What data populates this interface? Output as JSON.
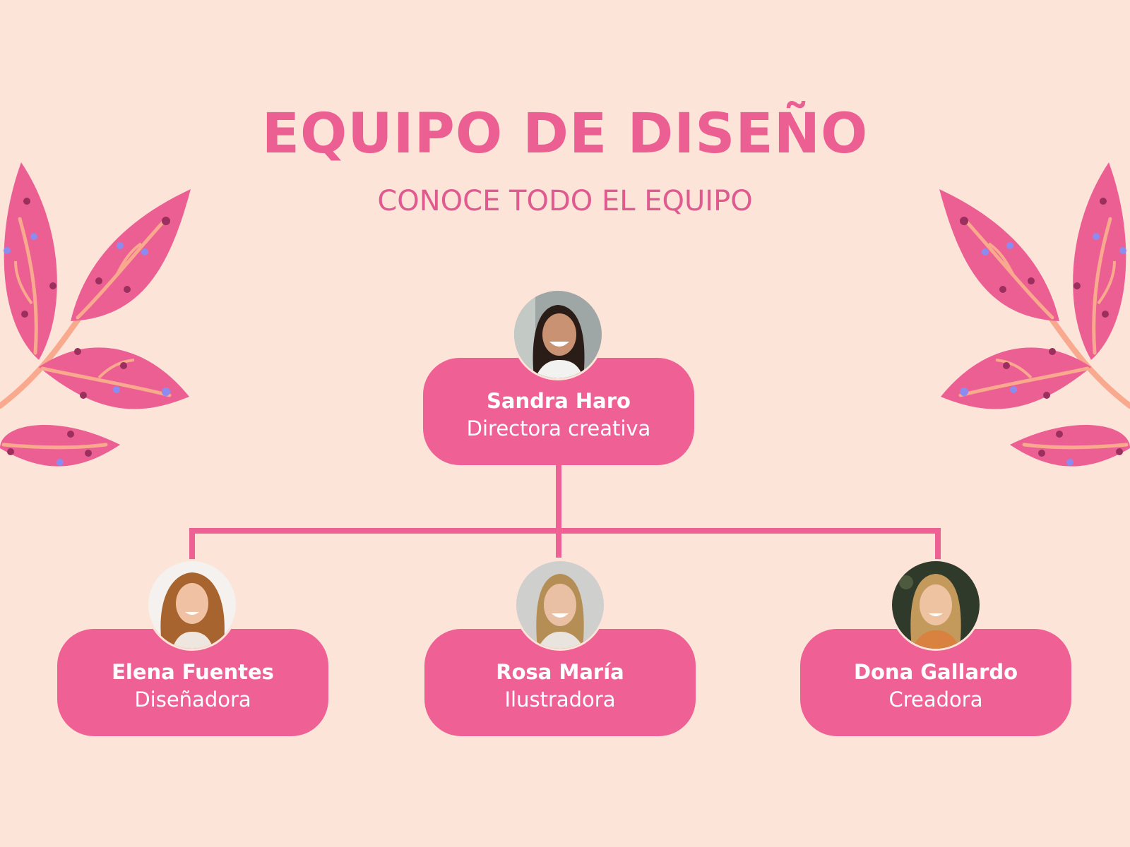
{
  "header": {
    "title": "EQUIPO DE DISEÑO",
    "subtitle": "CONOCE TODO EL EQUIPO"
  },
  "colors": {
    "background": "#FDE4D9",
    "accent": "#EF6195",
    "title": "#EC5F93",
    "leaf": "#EC5F93",
    "vein": "#F9A98E",
    "dot_dark": "#9B2F5D",
    "dot_blue": "#8C8CF0"
  },
  "org": {
    "leader": {
      "name": "Sandra Haro",
      "role": "Directora creativa",
      "avatar": "person-photo"
    },
    "members": [
      {
        "name": "Elena Fuentes",
        "role": "Diseñadora",
        "avatar": "person-photo"
      },
      {
        "name": "Rosa María",
        "role": "Ilustradora",
        "avatar": "person-photo"
      },
      {
        "name": "Dona Gallardo",
        "role": "Creadora",
        "avatar": "person-photo"
      }
    ]
  },
  "decorations": {
    "icon": "leaf-branch-icon"
  }
}
